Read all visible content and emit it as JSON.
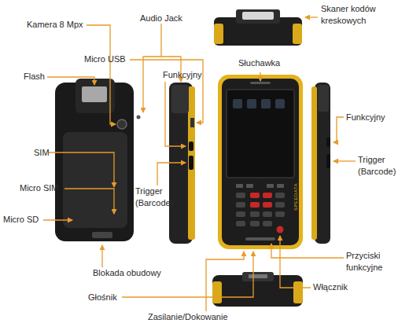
{
  "diagram": {
    "labels": [
      "Kamera 8 Mpx",
      "Audio Jack",
      "Skaner kodów kreskowych",
      "Micro USB",
      "Słuchawka",
      "Flash",
      "Funkcyjny",
      "Funkcyjny",
      "SIM",
      "Micro SIM",
      "Micro SD",
      "Trigger (Barcode)",
      "Trigger (Barcode)",
      "Blokada obudowy",
      "Przyciski funkcyjne",
      "Głośnik",
      "Włącznik",
      "Zasilanie/Dokowanie",
      "SPEEDATA"
    ]
  }
}
